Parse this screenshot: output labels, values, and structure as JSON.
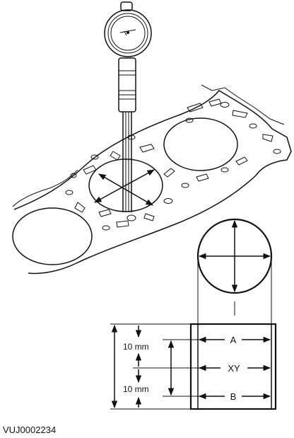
{
  "labels": {
    "dim_upper": "10 mm",
    "dim_lower": "10 mm",
    "row_a": "A",
    "row_xy": "XY",
    "row_b": "B",
    "figure_code": "VUJ0002234"
  },
  "colors": {
    "line": "#111111",
    "background": "#ffffff"
  }
}
